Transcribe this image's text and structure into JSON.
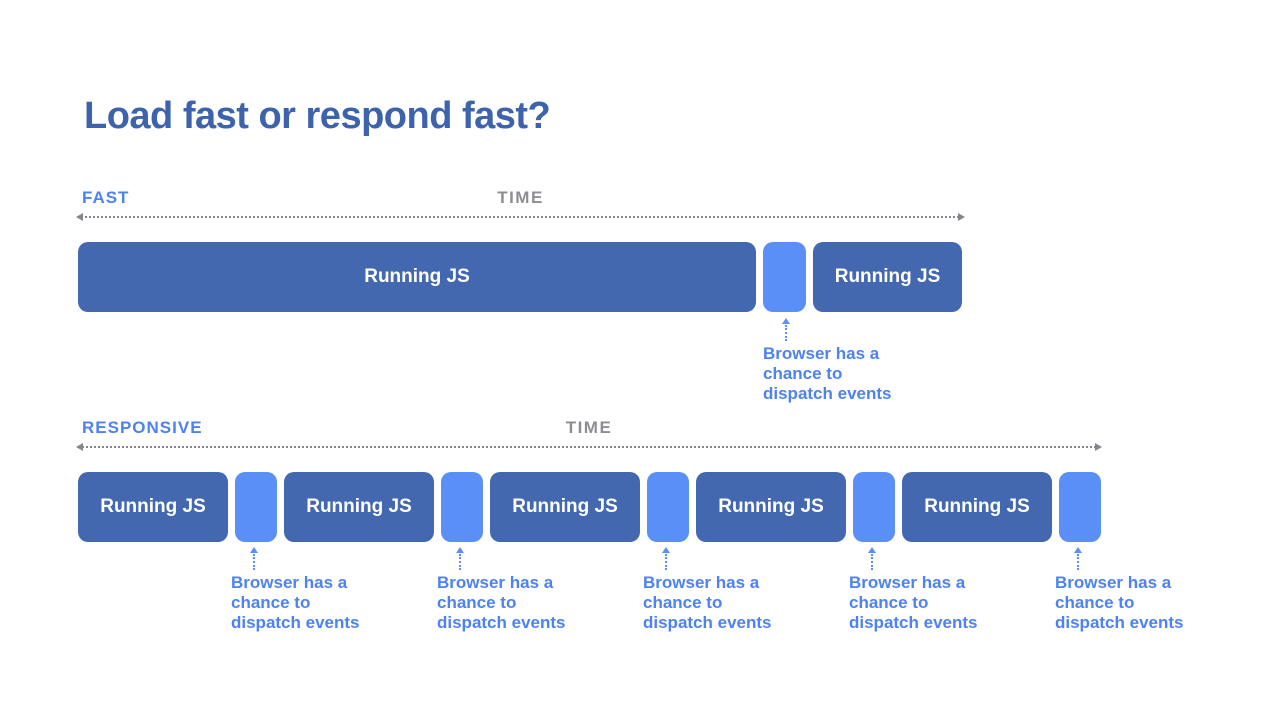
{
  "slide": {
    "title": "Load fast or respond fast?"
  },
  "colors": {
    "background": "#ffffff",
    "title_text": "#3d63ac",
    "section_label_text": "#4c82f2",
    "time_label_text": "#8e8e92",
    "axis_dots": "#85858d",
    "js_bar": "#4368b0",
    "idle_gap": "#5a8ff7",
    "bar_text": "#ffffff",
    "annotation_text": "#4c82f2"
  },
  "fast_section": {
    "label": "FAST",
    "time_label": "TIME",
    "segments": [
      {
        "kind": "js",
        "label": "Running JS",
        "duration_weight": 678
      },
      {
        "kind": "idle",
        "label": "",
        "duration_weight": 43
      },
      {
        "kind": "js",
        "label": "Running JS",
        "duration_weight": 149
      }
    ],
    "annotations": [
      "Browser has a chance to dispatch events"
    ]
  },
  "responsive_section": {
    "label": "RESPONSIVE",
    "time_label": "TIME",
    "segments": [
      {
        "kind": "js",
        "label": "Running JS",
        "duration_weight": 150
      },
      {
        "kind": "idle",
        "label": "",
        "duration_weight": 42
      },
      {
        "kind": "js",
        "label": "Running JS",
        "duration_weight": 150
      },
      {
        "kind": "idle",
        "label": "",
        "duration_weight": 42
      },
      {
        "kind": "js",
        "label": "Running JS",
        "duration_weight": 150
      },
      {
        "kind": "idle",
        "label": "",
        "duration_weight": 42
      },
      {
        "kind": "js",
        "label": "Running JS",
        "duration_weight": 150
      },
      {
        "kind": "idle",
        "label": "",
        "duration_weight": 42
      },
      {
        "kind": "js",
        "label": "Running JS",
        "duration_weight": 150
      },
      {
        "kind": "idle",
        "label": "",
        "duration_weight": 42
      }
    ],
    "annotations": [
      "Browser has a chance to dispatch events",
      "Browser has a chance to dispatch events",
      "Browser has a chance to dispatch events",
      "Browser has a chance to dispatch events",
      "Browser has a chance to dispatch events"
    ]
  }
}
